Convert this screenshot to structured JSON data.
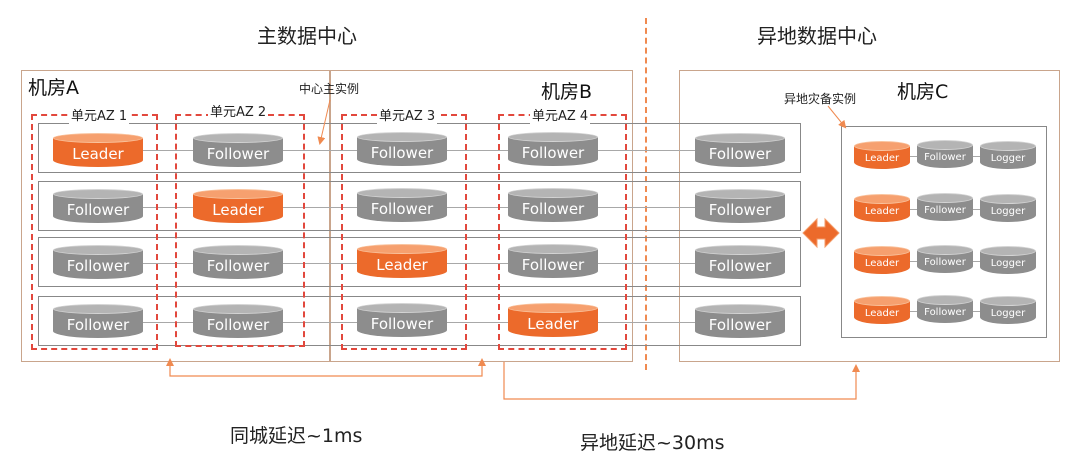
{
  "titles": {
    "main_dc": "主数据中心",
    "remote_dc": "异地数据中心"
  },
  "rooms": {
    "a": "机房A",
    "b": "机房B",
    "c": "机房C"
  },
  "azs": [
    "单元AZ 1",
    "单元AZ 2",
    "单元AZ 3",
    "单元AZ 4"
  ],
  "notes": {
    "central_master": "中心主实例",
    "remote_dr": "异地灾备实例"
  },
  "main_rows": [
    [
      "Leader",
      "Follower",
      "Follower",
      "Follower",
      "Follower"
    ],
    [
      "Follower",
      "Leader",
      "Follower",
      "Follower",
      "Follower"
    ],
    [
      "Follower",
      "Follower",
      "Leader",
      "Follower",
      "Follower"
    ],
    [
      "Follower",
      "Follower",
      "Follower",
      "Leader",
      "Follower"
    ]
  ],
  "dr_rows": [
    [
      "Leader",
      "Follower",
      "Logger"
    ],
    [
      "Leader",
      "Follower",
      "Logger"
    ],
    [
      "Leader",
      "Follower",
      "Logger"
    ],
    [
      "Leader",
      "Follower",
      "Logger"
    ]
  ],
  "latency": {
    "same_city": "同城延迟~1ms",
    "remote": "异地延迟~30ms"
  },
  "colors": {
    "leader": "#ec6a2b",
    "follower": "#8d8d8d",
    "az_border": "#e2483d",
    "connector": "#f08a50"
  }
}
